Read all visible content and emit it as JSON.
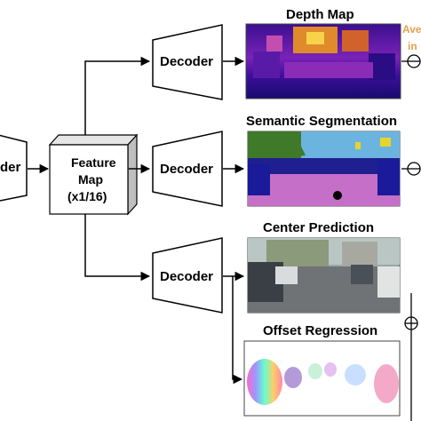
{
  "encoder": {
    "label_fragment": "der"
  },
  "feature_map": {
    "line1": "Feature",
    "line2": "Map",
    "line3": "(x1/16)"
  },
  "decoders": [
    {
      "label": "Decoder"
    },
    {
      "label": "Decoder"
    },
    {
      "label": "Decoder"
    }
  ],
  "outputs": {
    "depth": {
      "title": "Depth Map"
    },
    "semantic": {
      "title": "Semantic Segmentation"
    },
    "center": {
      "title": "Center Prediction"
    },
    "offset": {
      "title": "Offset Regression"
    }
  },
  "side_note": {
    "line1": "Ave",
    "line2": "in",
    "color": "#e8a04a"
  },
  "colors": {
    "line": "#000000",
    "box_fill": "#ffffff",
    "cube_top": "#e6e6e6",
    "cube_side": "#bfbfbf"
  }
}
